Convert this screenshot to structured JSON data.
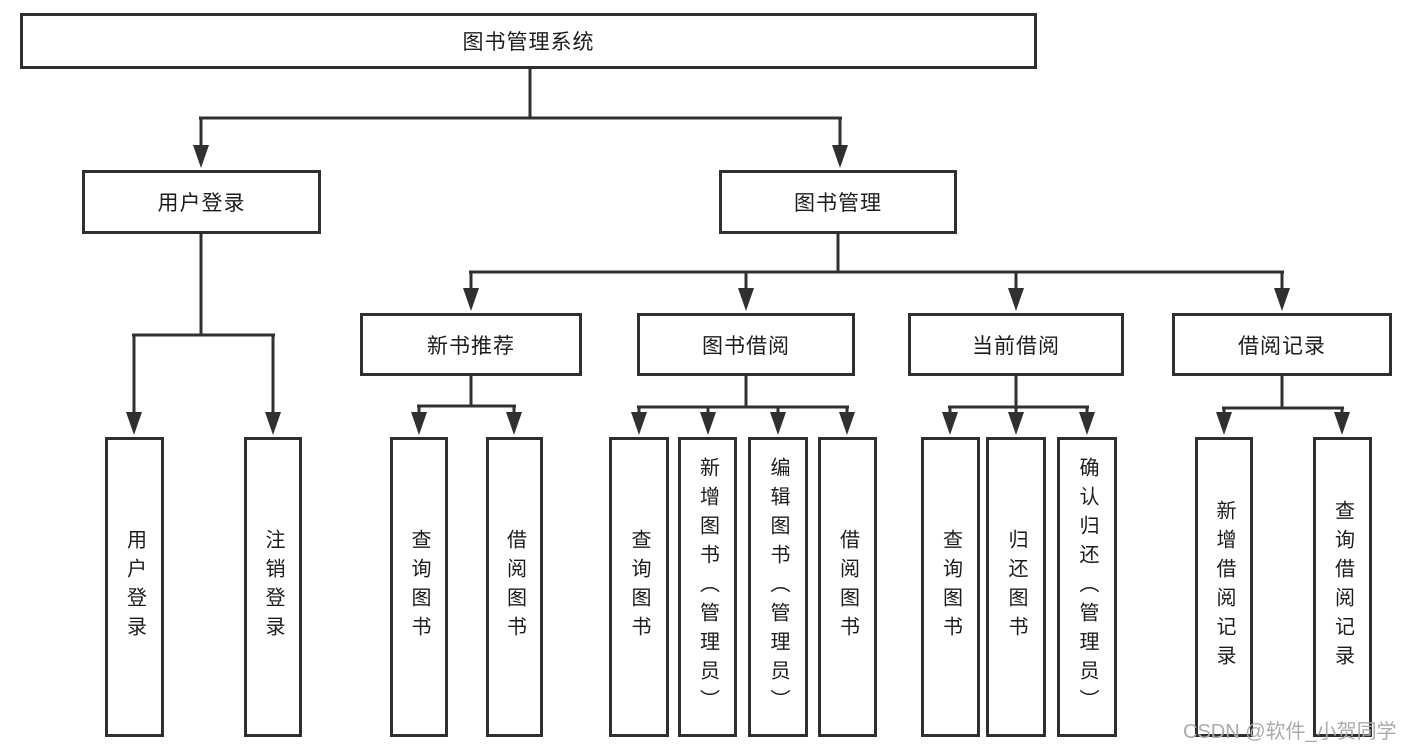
{
  "diagram": {
    "root": "图书管理系统",
    "user_login": {
      "label": "用户登录",
      "leaves": [
        "用户登录",
        "注销登录"
      ]
    },
    "book_mgmt": {
      "label": "图书管理",
      "groups": [
        {
          "label": "新书推荐",
          "leaves": [
            "查询图书",
            "借阅图书"
          ]
        },
        {
          "label": "图书借阅",
          "leaves": [
            "查询图书",
            "新增图书（管理员）",
            "编辑图书（管理员）",
            "借阅图书"
          ]
        },
        {
          "label": "当前借阅",
          "leaves": [
            "查询图书",
            "归还图书",
            "确认归还（管理员）"
          ]
        },
        {
          "label": "借阅记录",
          "leaves": [
            "新增借阅记录",
            "查询借阅记录"
          ]
        }
      ]
    }
  },
  "watermark": "CSDN @软件_小贺同学",
  "colors": {
    "line": "#303030",
    "box_border": "#2f2f2f",
    "text": "#1c1c1c",
    "watermark": "#ababab",
    "background": "#ffffff"
  }
}
